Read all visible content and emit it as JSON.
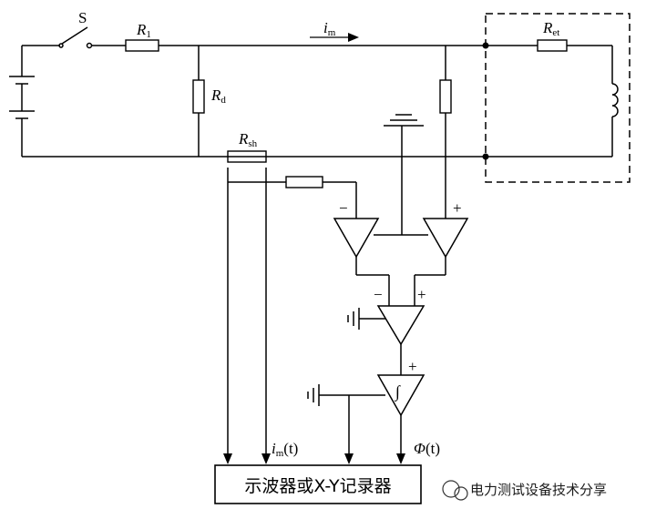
{
  "labels": {
    "switch": "S",
    "r1": "R",
    "r1_sub": "1",
    "rd": "R",
    "rd_sub": "d",
    "ret": "R",
    "ret_sub": "et",
    "rsh": "R",
    "rsh_sub": "sh",
    "im": "i",
    "im_sub": "m",
    "amp_left_minus": "−",
    "amp_right_plus": "+",
    "amp_diff_minus": "−",
    "amp_diff_plus": "+",
    "integrator_plus": "+",
    "integrator_symbol": "∫",
    "out_im": "i",
    "out_im_sub": "m",
    "out_im_t": "(t)",
    "out_phi": "Φ",
    "out_phi_t": "(t)",
    "recorder": "示波器或X-Y记录器"
  },
  "watermark": {
    "text": "电力测试设备技术分享"
  }
}
